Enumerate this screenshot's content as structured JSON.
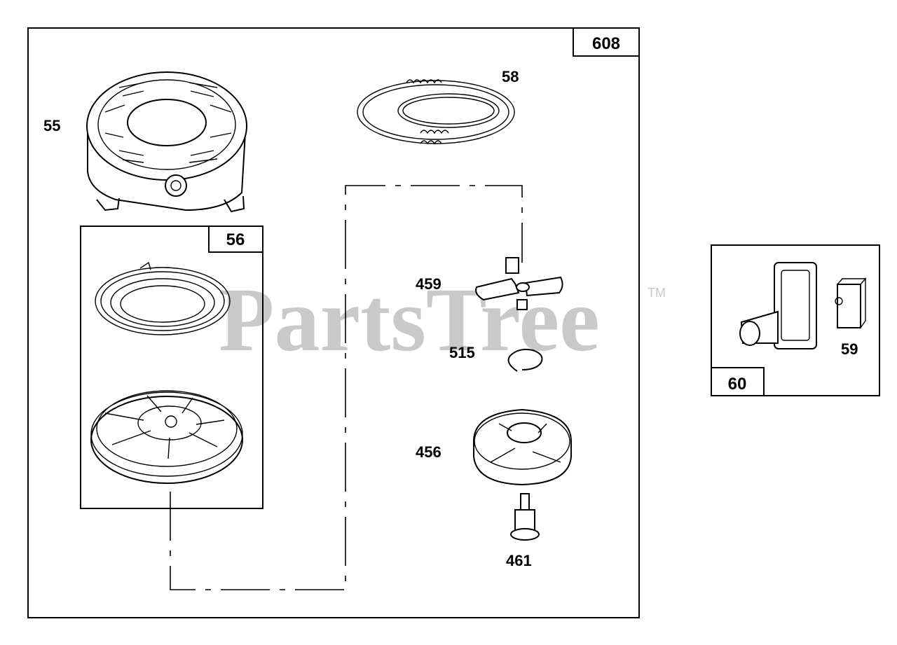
{
  "watermark": {
    "text": "PartsTree",
    "trademark": "TM"
  },
  "main_box": {
    "label": "608"
  },
  "sub_box": {
    "label": "56"
  },
  "side_box": {
    "label": "60"
  },
  "parts": {
    "p55": "55",
    "p58": "58",
    "p459": "459",
    "p515": "515",
    "p456": "456",
    "p461": "461",
    "p59": "59"
  }
}
